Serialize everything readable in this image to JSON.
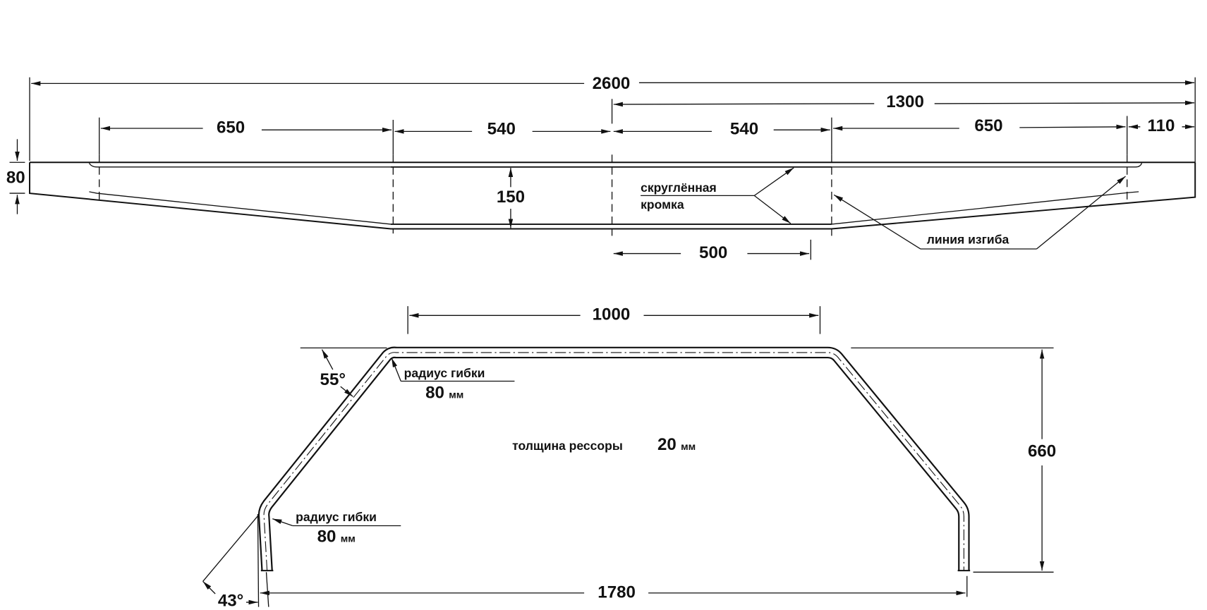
{
  "top_view": {
    "dims": {
      "total_length": "2600",
      "half_length": "1300",
      "seg_left_outer": "650",
      "seg_left_inner": "540",
      "seg_right_inner": "540",
      "seg_right_outer": "650",
      "end": "110",
      "end_width": "80",
      "center_width": "150",
      "flat_half": "500"
    },
    "labels": {
      "rounded_edge_line1": "скруглённая",
      "rounded_edge_line2": "кромка",
      "bend_line": "линия изгиба"
    }
  },
  "side_view": {
    "dims": {
      "top_length": "1000",
      "height": "660",
      "base_length": "1780",
      "angle_top": "55°",
      "angle_bottom": "43°"
    },
    "labels": {
      "bend_radius_top": "радиус гибки",
      "bend_radius_top_value": "80",
      "bend_radius_bottom": "радиус гибки",
      "bend_radius_bottom_value": "80",
      "unit": "мм",
      "thickness_label": "толщина рессоры",
      "thickness_value": "20"
    }
  }
}
